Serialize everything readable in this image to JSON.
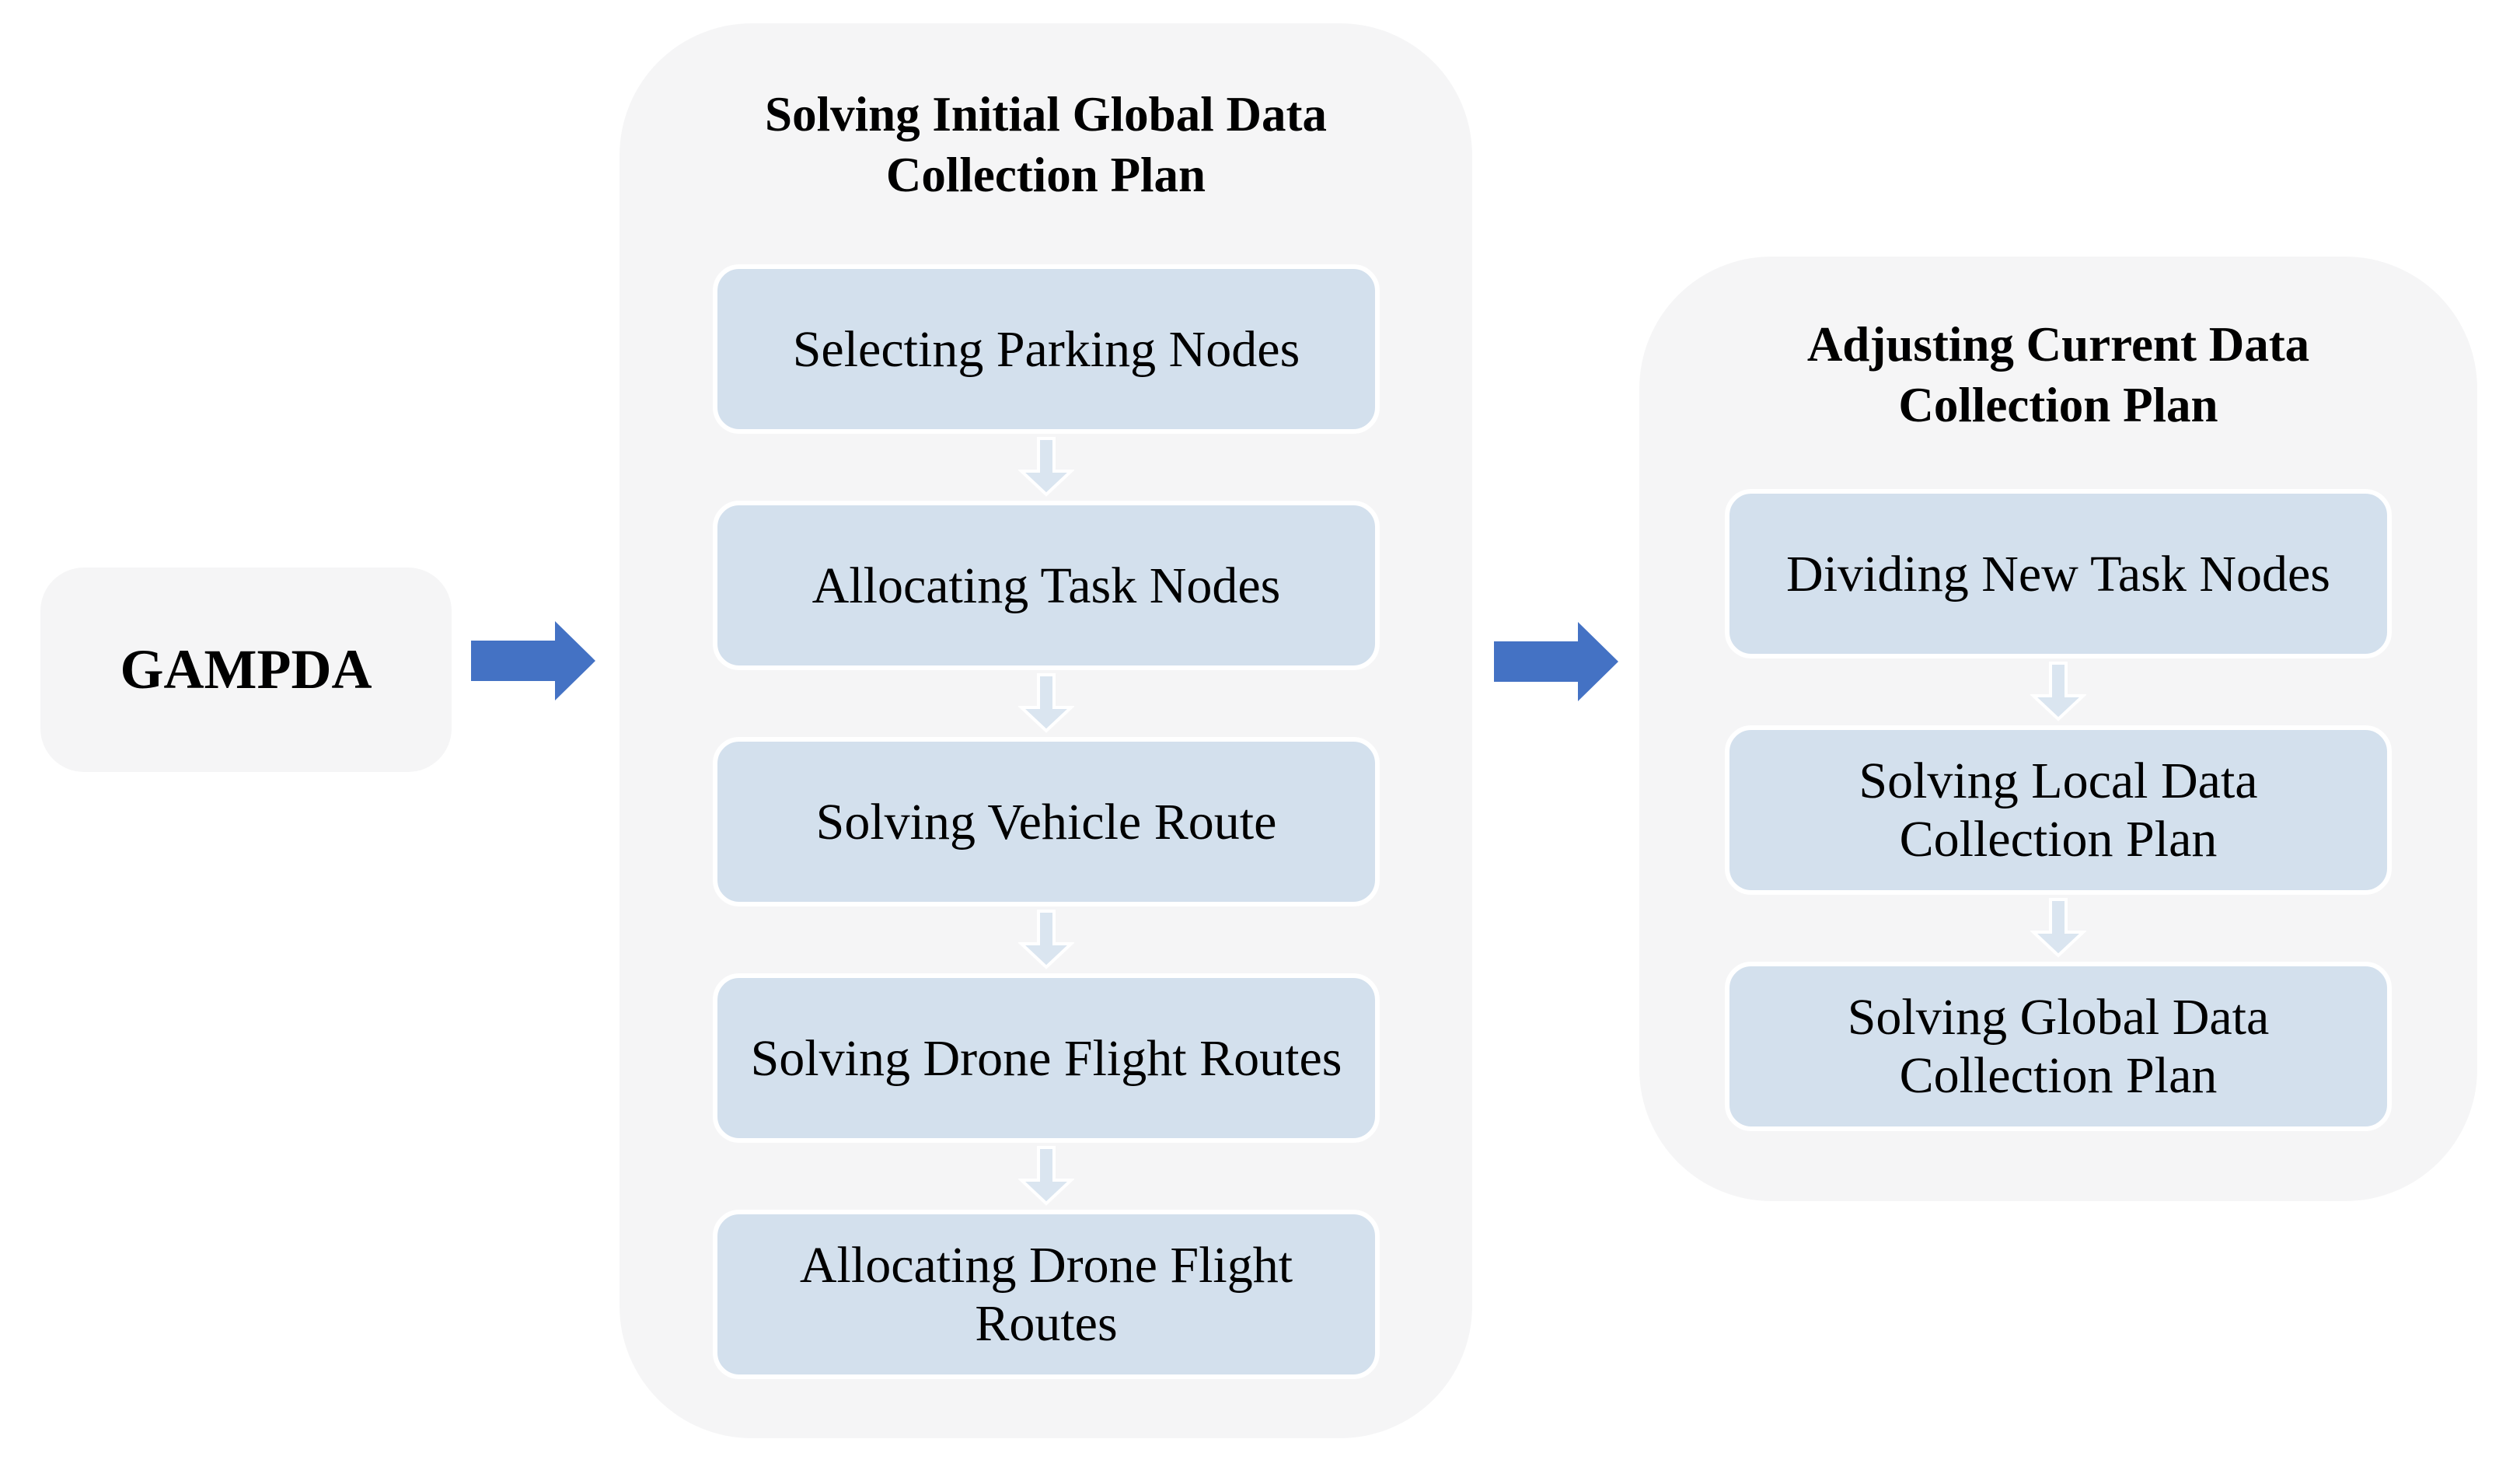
{
  "figure": {
    "source_box": {
      "label": "GAMPDA"
    },
    "panels": [
      {
        "title": "Solving Initial Global Data\nCollection Plan",
        "steps": [
          "Selecting Parking Nodes",
          "Allocating Task Nodes",
          "Solving Vehicle Route",
          "Solving Drone Flight Routes",
          "Allocating Drone Flight\nRoutes"
        ]
      },
      {
        "title": "Adjusting Current Data\nCollection Plan",
        "steps": [
          "Dividing New Task Nodes",
          "Solving Local Data\nCollection Plan",
          "Solving Global Data\nCollection Plan"
        ]
      }
    ],
    "colors": {
      "flow_arrow": "#4472C4",
      "panel_fill": "#F5F5F6",
      "step_fill": "#D3E0ED",
      "step_border": "#FFFFFF",
      "connector_fill": "#DAE5F0"
    }
  }
}
